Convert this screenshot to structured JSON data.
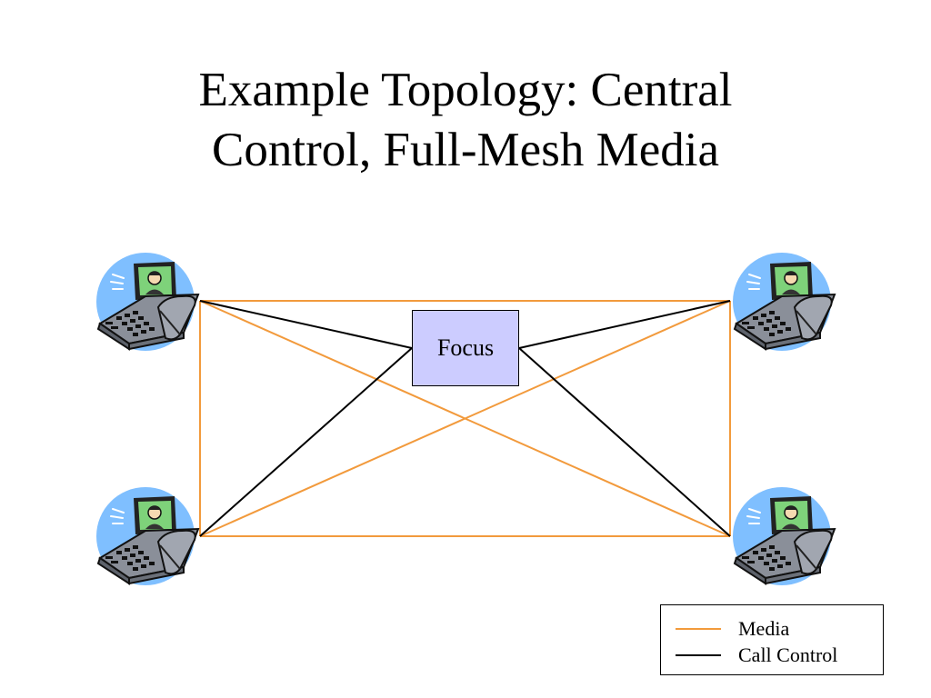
{
  "slide": {
    "title_line1": "Example Topology: Central",
    "title_line2": "Control, Full-Mesh Media"
  },
  "diagram": {
    "focus_label": "Focus",
    "endpoints": [
      "phone-top-left",
      "phone-top-right",
      "phone-bottom-left",
      "phone-bottom-right"
    ],
    "links": {
      "media": [
        [
          "phone-top-left",
          "phone-top-right"
        ],
        [
          "phone-bottom-left",
          "phone-bottom-right"
        ],
        [
          "phone-top-left",
          "phone-bottom-left"
        ],
        [
          "phone-top-right",
          "phone-bottom-right"
        ],
        [
          "phone-top-left",
          "phone-bottom-right"
        ],
        [
          "phone-top-right",
          "phone-bottom-left"
        ]
      ],
      "call_control": [
        [
          "phone-top-left",
          "focus"
        ],
        [
          "phone-top-right",
          "focus"
        ],
        [
          "phone-bottom-left",
          "focus"
        ],
        [
          "phone-bottom-right",
          "focus"
        ]
      ]
    }
  },
  "legend": {
    "media_label": "Media",
    "call_control_label": "Call Control"
  },
  "colors": {
    "media": "#f29a3c",
    "call_control": "#000000",
    "focus_fill": "#ccccff",
    "phone_disc": "#7fbfff"
  },
  "icons": [
    "video-phone-icon"
  ]
}
